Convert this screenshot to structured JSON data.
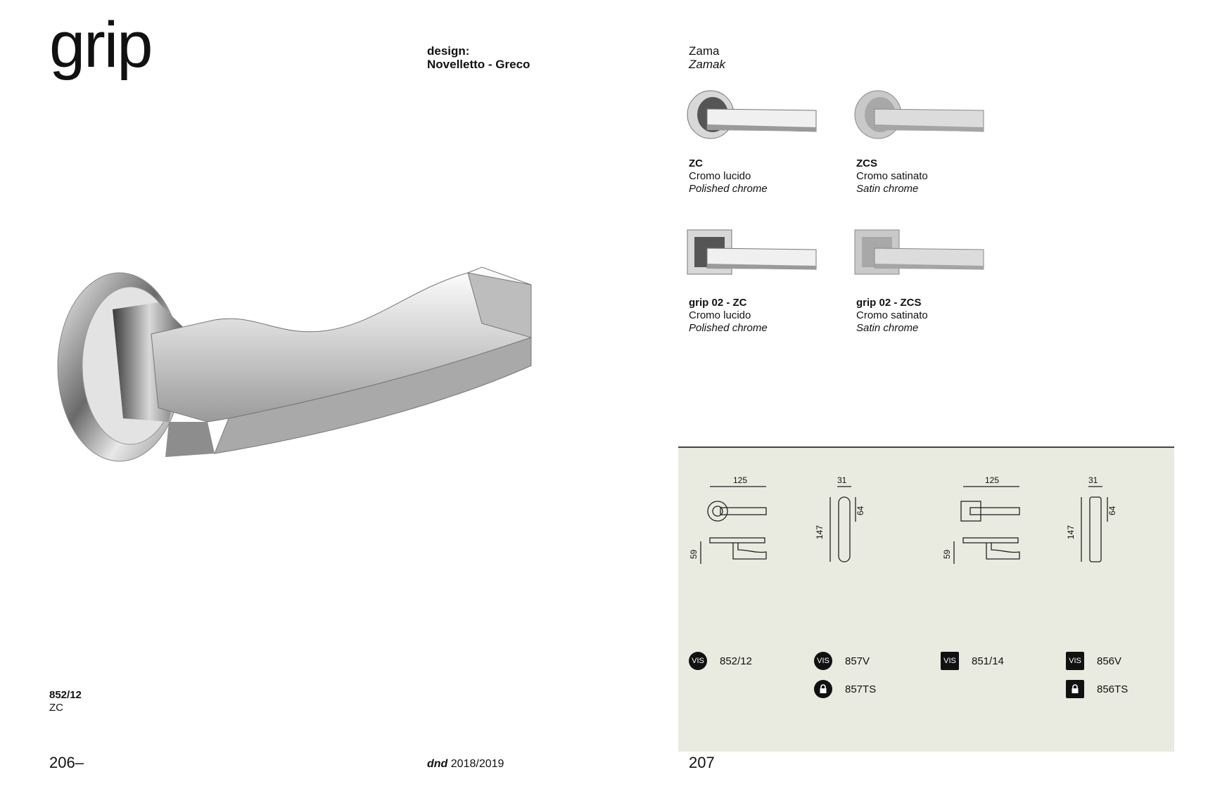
{
  "header": {
    "title": "grip",
    "design_label": "design:",
    "designers": "Novelletto - Greco",
    "material": "Zama",
    "material_en": "Zamak"
  },
  "variants": [
    {
      "code": "ZC",
      "name_it": "Cromo lucido",
      "name_en": "Polished chrome"
    },
    {
      "code": "ZCS",
      "name_it": "Cromo satinato",
      "name_en": "Satin chrome"
    },
    {
      "code": "grip 02 - ZC",
      "name_it": "Cromo lucido",
      "name_en": "Polished chrome"
    },
    {
      "code": "grip 02 - ZCS",
      "name_it": "Cromo satinato",
      "name_en": "Satin chrome"
    }
  ],
  "main_caption": {
    "code": "852/12",
    "finish": "ZC"
  },
  "dimensions": {
    "width": "125",
    "height": "59",
    "depth": "31",
    "plate_height": "147",
    "plate_width": "64"
  },
  "accessories": [
    {
      "badge": "VIS",
      "code": "852/12"
    },
    {
      "badge": "VIS",
      "code": "857V"
    },
    {
      "badge": "VIS",
      "code": "851/14"
    },
    {
      "badge": "VIS",
      "code": "856V"
    },
    {
      "code": "857TS"
    },
    {
      "code": "856TS"
    }
  ],
  "footer": {
    "page_left": "206–",
    "brand": "dnd",
    "year": "2018/2019",
    "page_right": "207"
  }
}
